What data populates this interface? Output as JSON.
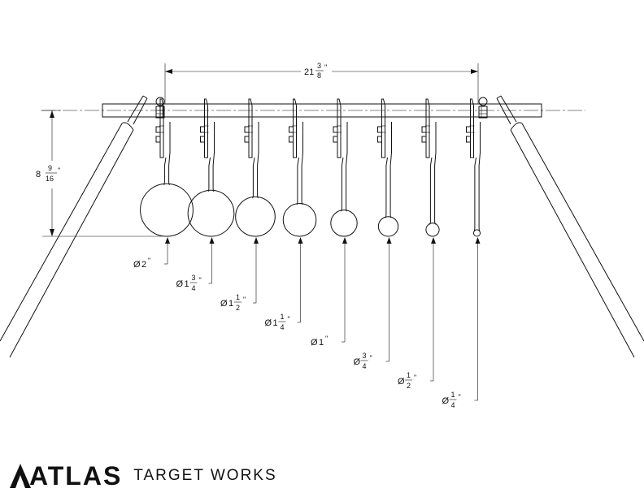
{
  "overall_width": {
    "whole": "21",
    "num": "3",
    "den": "8",
    "unit": "\""
  },
  "overall_height": {
    "whole": "8",
    "num": "9",
    "den": "16",
    "unit": "\""
  },
  "targets": [
    {
      "diameter": 2.0,
      "label": {
        "prefix": "Ø",
        "whole": "2",
        "num": "",
        "den": "",
        "unit": "\""
      }
    },
    {
      "diameter": 1.75,
      "label": {
        "prefix": "Ø",
        "whole": "1",
        "num": "3",
        "den": "4",
        "unit": "\""
      }
    },
    {
      "diameter": 1.5,
      "label": {
        "prefix": "Ø",
        "whole": "1",
        "num": "1",
        "den": "2",
        "unit": "\""
      }
    },
    {
      "diameter": 1.25,
      "label": {
        "prefix": "Ø",
        "whole": "1",
        "num": "1",
        "den": "4",
        "unit": "\""
      }
    },
    {
      "diameter": 1.0,
      "label": {
        "prefix": "Ø",
        "whole": "1",
        "num": "",
        "den": "",
        "unit": "\""
      }
    },
    {
      "diameter": 0.75,
      "label": {
        "prefix": "Ø",
        "whole": "",
        "num": "3",
        "den": "4",
        "unit": "\""
      }
    },
    {
      "diameter": 0.5,
      "label": {
        "prefix": "Ø",
        "whole": "",
        "num": "1",
        "den": "2",
        "unit": "\""
      }
    },
    {
      "diameter": 0.25,
      "label": {
        "prefix": "Ø",
        "whole": "",
        "num": "1",
        "den": "4",
        "unit": "\""
      }
    }
  ],
  "brand": {
    "name": "ATLAS",
    "subtitle": "TARGET WORKS"
  }
}
